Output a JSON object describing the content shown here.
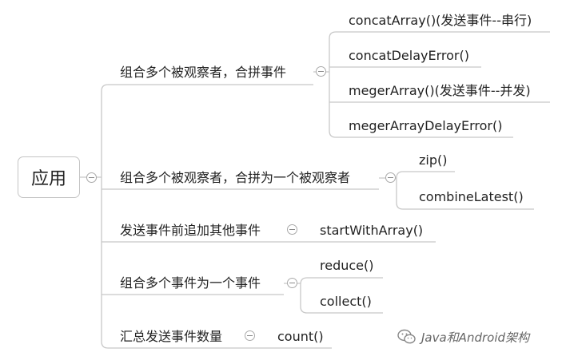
{
  "root": {
    "label": "应用"
  },
  "branches": [
    {
      "label": "组合多个被观察者，合拼事件",
      "children": [
        "concatArray()(发送事件--串行)",
        "concatDelayError()",
        "megerArray()(发送事件--并发)",
        "megerArrayDelayError()"
      ]
    },
    {
      "label": "组合多个被观察者，合拼为一个被观察者",
      "children": [
        "zip()",
        "combineLatest()"
      ]
    },
    {
      "label": "发送事件前追加其他事件",
      "children": [
        "startWithArray()"
      ]
    },
    {
      "label": "组合多个事件为一个事件",
      "children": [
        "reduce()",
        "collect()"
      ]
    },
    {
      "label": "汇总发送事件数量",
      "children": [
        "count()"
      ]
    }
  ],
  "watermark": {
    "text": "Java和Android架构",
    "icon": "wechat-icon"
  },
  "colors": {
    "line": "#c8c8c8",
    "text": "#222222",
    "watermark": "#666666"
  }
}
